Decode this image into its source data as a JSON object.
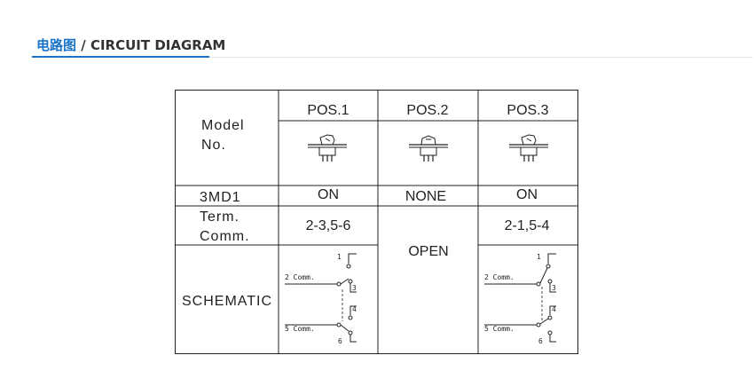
{
  "header": {
    "title_zh": "电路图",
    "title_separator": " / ",
    "title_en": "CIRCUIT DIAGRAM"
  },
  "table": {
    "row_labels": {
      "model_line1": "Model",
      "model_line2": "No.",
      "model_no": "3MD1",
      "term_line1": "Term.",
      "term_line2": "Comm.",
      "schematic": "SCHEMATIC"
    },
    "positions": [
      {
        "label": "POS.1",
        "state": "ON",
        "term": "2-3,5-6"
      },
      {
        "label": "POS.2",
        "state": "NONE",
        "term": "OPEN"
      },
      {
        "label": "POS.3",
        "state": "ON",
        "term": "2-1,5-4"
      }
    ],
    "schematic_labels": {
      "comm_top": "2 Comm.",
      "comm_bottom": "5 Comm.",
      "pin1": "1",
      "pin3": "3",
      "pin4": "4",
      "pin6": "6"
    }
  },
  "icons": {
    "switch": "rocker-switch-icon"
  }
}
